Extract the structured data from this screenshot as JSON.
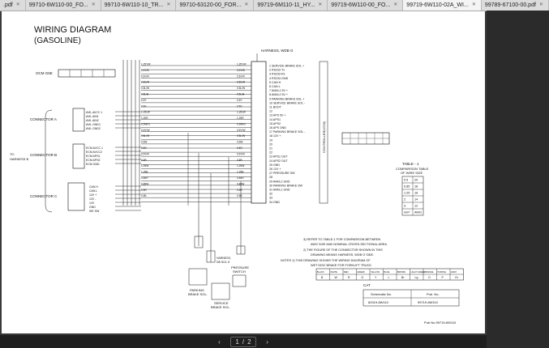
{
  "tabs": [
    {
      "label": ".pdf",
      "active": false
    },
    {
      "label": "99710-6W110-00_FO...",
      "active": false
    },
    {
      "label": "99710-6W110-10_TR...",
      "active": false
    },
    {
      "label": "99710-63120-00_FOR...",
      "active": false
    },
    {
      "label": "99719-6M110-11_HY...",
      "active": false
    },
    {
      "label": "99719-6W110-00_FO...",
      "active": false
    },
    {
      "label": "99719-6W110-02A_WI...",
      "active": true
    },
    {
      "label": "99789-67100-00.pdf",
      "active": false
    }
  ],
  "diagram": {
    "title": "WIRING DIAGRAM",
    "subtitle": "(GASOLINE)",
    "harness_top": "HARNESS, WDB G",
    "ocm_label": "OCM G5E",
    "to_harness_1": "TO",
    "to_harness_2": "HARNESS B",
    "connector_a": "CONNECTOR A",
    "connector_b": "CONNECTOR B",
    "connector_c": "CONNECTOR C",
    "controller": "CONTROLLER(VCM)",
    "left_wires_a": [
      "AVIL AVCC 1",
      "AVIL AIN1",
      "AVIL AIN2",
      "AVIL GND1",
      "AVIL GND2"
    ],
    "left_wires_b": [
      "ECM AVCC 1",
      "ECM AVCC2",
      "ECM APS1",
      "ECM APS2",
      "ECM GND"
    ],
    "left_wires_c": [
      "CAN H",
      "CAN L",
      "12V +",
      "12V -",
      "12V",
      "GND",
      "IKE SW"
    ],
    "pins": [
      "1 SERVICE BRAKE SOL +",
      "2 RS232-Tx",
      "3 RS232-Rx",
      "4 RS232-GND",
      "5 CAN H",
      "6 CAN L",
      "7 AVAIL1 5V +",
      "8 AVAIL2 5V +",
      "9 PARKING BRAKE SOL +",
      "10 SERVICE BRAKE SOL -",
      "11 BOOT",
      "12",
      "13 APS 5V +",
      "14 APS1",
      "15 APS2",
      "16 APS GND",
      "17 PARKING BRAKE SOL -",
      "18 12V +",
      "19",
      "20",
      "21",
      "22",
      "23 APS1 OUT",
      "24 APS2 OUT",
      "25 GND",
      "26 12V +",
      "27 PRESSURE SW",
      "28",
      "29 AVAIL2 GND",
      "30 PARKING BRAKE SW",
      "31 AVAIL1 GND",
      "32",
      "33",
      "34 GND"
    ],
    "wire_codes": [
      "1.25Y/R",
      "0.5Y/B",
      "0.5Y/R",
      "0.5G/R",
      "0.5L/W",
      "0.5L/B",
      "0.5Y",
      "0.5V",
      "1.25LW",
      "1.25R",
      "0.5W/G",
      "0.5Y/W",
      "0.5L/W",
      "0.5W",
      "0.5G",
      "0.5Y/R",
      "0.5R",
      "1.25W",
      "1.25B",
      "0.85R",
      "0.85W",
      "0.5R",
      "0.5B"
    ],
    "table_title": "TABLE - 1",
    "table_caption_1": "COMPARISON TABLE",
    "table_caption_2": "OF WIRE SIZE",
    "table_rows": [
      [
        "0.5",
        "20"
      ],
      [
        "0.85",
        "18"
      ],
      [
        "1.25",
        "16"
      ],
      [
        "2",
        "14"
      ],
      [
        "3",
        "12"
      ],
      [
        "mm²",
        "AWG"
      ]
    ],
    "notes": [
      "3)  REFER TO TABLE-1 FOR COMPARISON BETWEEN",
      "AWG SIZE AND NOMINAL CROSS-SECTIONAL AREA.",
      "2)  THE FIGURE OF THE CONNECTOR SHOWN IN THIS",
      "DRAWING MEANS HARNESS, WDB G SIDE.",
      "NOTES 1)  THIS DRAWING SHOWS THE WIRING DIAGRAM OF",
      "WET DISC BRAKE FOR FORKLIFT TRUCK."
    ],
    "color_header": [
      "BLACK",
      "WHITE",
      "RED",
      "GREEN",
      "YELLOW",
      "BLUE",
      "BROWN",
      "LIGHT GREEN",
      "ORANGE",
      "PURPLE",
      "GRAY"
    ],
    "color_codes": [
      "B",
      "W",
      "R",
      "G",
      "Y",
      "L",
      "Br",
      "Lg",
      "O",
      "P",
      "Gr"
    ],
    "cat_label": "CAT",
    "schematic_header": "Schematic No.",
    "pub_header": "Pub. No.",
    "schematic_no": "62019-6W110",
    "pub_no": "99719-6W110",
    "parking_label_1": "PARKING",
    "parking_label_2": "BRAKE SOL.",
    "service_label_1": "SERVICE",
    "service_label_2": "BRAKE SOL.",
    "pressure_label_1": "PRESSURE",
    "pressure_label_2": "SWITCH",
    "harness_small_1": "HARNESS,",
    "harness_small_2": "DB SOL G",
    "pub_footer": "Pub No.99719-6W110"
  },
  "footer": {
    "page_current": "1",
    "page_sep": "/",
    "page_total": "2"
  }
}
